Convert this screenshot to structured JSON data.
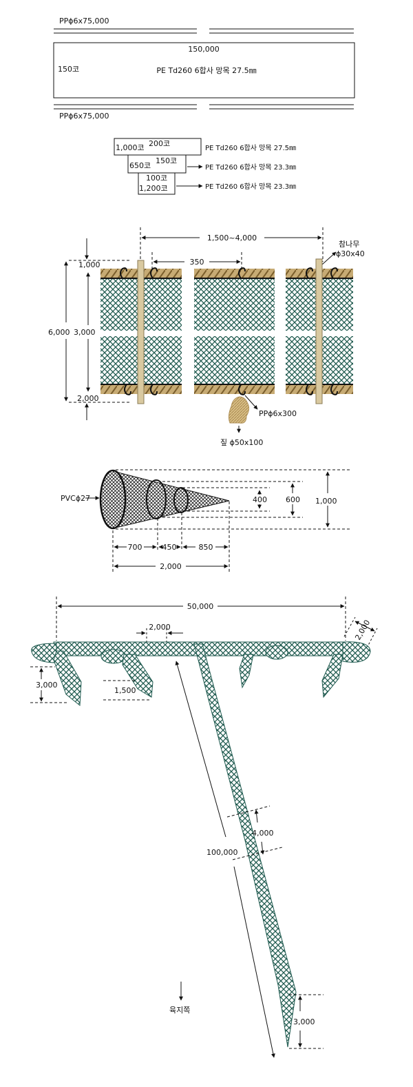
{
  "section1": {
    "top_rope": "PPϕ6x75,000",
    "bottom_rope": "PPϕ6x75,000",
    "width": "150,000",
    "height": "150코",
    "spec": "PE Td260  6합사  망목 27.5㎜"
  },
  "section2": {
    "row1_left": "1,000코",
    "row1_right": "200코",
    "row1_spec": "PE Td260 6합사 망목 27.5㎜",
    "row2_left": "650코",
    "row2_right": "150코",
    "row2_spec": "PE Td260 6합사 망목 23.3㎜",
    "row3_top": "100코",
    "row3_bottom": "1,200코",
    "row3_spec": "PE Td260 6합사 망목 23.3㎜"
  },
  "section3": {
    "spacing_total": "1,500~4,000",
    "stake_label": "참나무",
    "stake_size": "ϕ30x40",
    "spacing_small": "350",
    "dim_top": "1,000",
    "dim_total": "6,000",
    "dim_net": "3,000",
    "dim_bottom": "2,000",
    "rope_label": "PPϕ6x300",
    "weight_label": "짚 ϕ50x100"
  },
  "section4": {
    "hoop_label": "PVCϕ27",
    "h_small": "400",
    "h_mid": "600",
    "h_large": "1,000",
    "l1": "700",
    "l2": "450",
    "l3": "850",
    "l_total": "2,000"
  },
  "section5": {
    "total_length": "50,000",
    "spacing": "2,000",
    "end_width": "2,000",
    "wing_left": "3,000",
    "wing_mid": "1,500",
    "leader_length": "100,000",
    "leader_width": "4,000",
    "leader_end": "3,000",
    "direction": "육지쪽"
  },
  "colors": {
    "net": "#1f5a4f",
    "rope": "#b99a63",
    "stake": "#d9c9a0",
    "line": "#111111"
  }
}
